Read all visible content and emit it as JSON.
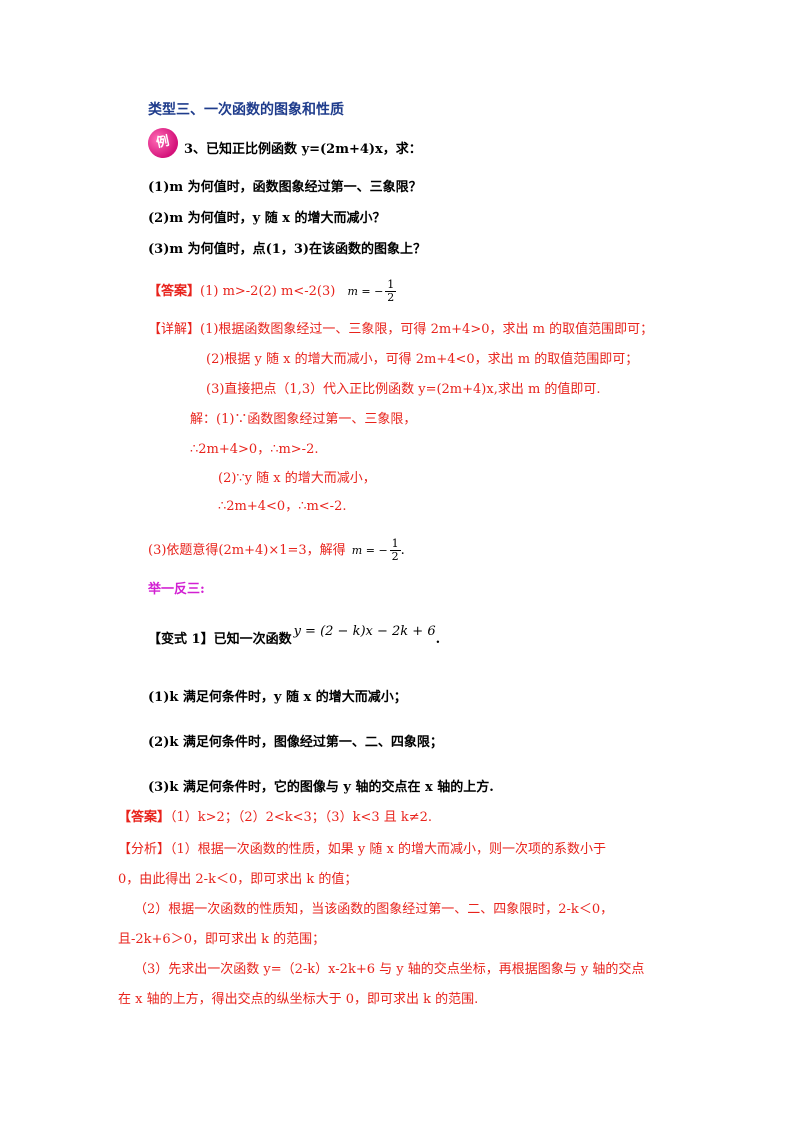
{
  "section_title": "类型三、一次函数的图象和性质",
  "example": {
    "badge": "例",
    "prefix": "3、",
    "question": "已知正比例函数 y=(2m+4)x，求：",
    "q1": "(1)m 为何值时，函数图象经过第一、三象限？",
    "q2": "(2)m 为何值时，y 随 x 的增大而减小？",
    "q3": "(3)m 为何值时，点(1，3)在该函数的图象上？"
  },
  "answer1": {
    "label": "【答案】",
    "text": "(1) m>-2(2) m<-2(3)",
    "m_lhs": "m = −",
    "frac_num": "1",
    "frac_den": "2"
  },
  "detail": {
    "label": "【详解】",
    "l1": "(1)根据函数图象经过一、三象限，可得 2m+4>0，求出 m 的取值范围即可；",
    "l2": "(2)根据 y 随 x 的增大而减小，可得 2m+4<0，求出 m 的取值范围即可；",
    "l3": "(3)直接把点（1,3）代入正比例函数 y=(2m+4)x,求出 m 的值即可.",
    "s1": "解：(1)∵函数图象经过第一、三象限，",
    "s2": "∴2m+4>0，∴m>-2.",
    "s3": "(2)∵y 随 x 的增大而减小，",
    "s4": "∴2m+4<0，∴m<-2.",
    "s5": "(3)依题意得(2m+4)×1=3，解得",
    "s5_lhs": "m = −",
    "s5_num": "1",
    "s5_den": "2",
    "s5_tail": "."
  },
  "practice_title": "举一反三:",
  "variant": {
    "label": "【变式 1】已知一次函数",
    "formula": "y = (2 − k)x − 2k + 6",
    "formula_tail": ".",
    "q1": "(1)k 满足何条件时，y 随 x 的增大而减小；",
    "q2": "(2)k 满足何条件时，图像经过第一、二、四象限；",
    "q3": "(3)k 满足何条件时，它的图像与 y 轴的交点在 x 轴的上方."
  },
  "answer2": {
    "label": "【答案】",
    "text": "（1）k>2；（2）2<k<3；（3）k<3 且 k≠2."
  },
  "analysis": {
    "label": "【分析】",
    "p1a": "（1）根据一次函数的性质，如果 y 随 x 的增大而减小，则一次项的系数小于",
    "p1b": "0，由此得出 2-k＜0，即可求出 k 的值；",
    "p2a": "（2）根据一次函数的性质知，当该函数的图象经过第一、二、四象限时，2-k＜0，",
    "p2b": "且-2k+6＞0，即可求出 k 的范围；",
    "p3a": "（3）先求出一次函数 y=（2-k）x-2k+6 与 y 轴的交点坐标，再根据图象与 y 轴的交点",
    "p3b": "在 x 轴的上方，得出交点的纵坐标大于 0，即可求出 k 的范围."
  },
  "colors": {
    "title": "#1f3c8c",
    "answer": "#e8231c",
    "practice": "#d21fd2",
    "badge": "#d4127a"
  }
}
